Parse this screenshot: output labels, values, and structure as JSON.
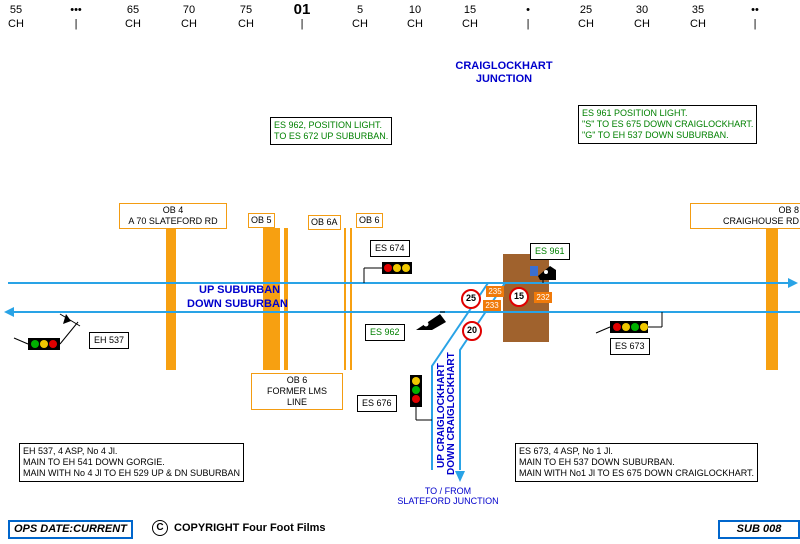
{
  "chainage": [
    {
      "value": "55",
      "unit": "CH"
    },
    {
      "value": "•••",
      "unit": "|"
    },
    {
      "value": "65",
      "unit": "CH"
    },
    {
      "value": "70",
      "unit": "CH"
    },
    {
      "value": "75",
      "unit": "CH"
    },
    {
      "value": "01",
      "unit": "|"
    },
    {
      "value": "5",
      "unit": "CH"
    },
    {
      "value": "10",
      "unit": "CH"
    },
    {
      "value": "15",
      "unit": "CH"
    },
    {
      "value": "•",
      "unit": "|"
    },
    {
      "value": "25",
      "unit": "CH"
    },
    {
      "value": "30",
      "unit": "CH"
    },
    {
      "value": "35",
      "unit": "CH"
    },
    {
      "value": "••",
      "unit": "|"
    }
  ],
  "junction_title": [
    "CRAIGLOCKHART",
    "JUNCTION"
  ],
  "notes": {
    "es962": [
      "ES 962, POSITION LIGHT.",
      "TO ES 672 UP SUBURBAN."
    ],
    "es961": [
      "ES 961 POSITION LIGHT.",
      "\"S\" TO ES 675 DOWN CRAIGLOCKHART.",
      "\"G\" TO EH 537 DOWN SUBURBAN."
    ],
    "eh537": [
      "EH 537, 4 ASP, No 4 Jl.",
      "MAIN TO EH 541 DOWN GORGIE.",
      "MAIN WITH No 4 Jl TO EH 529 UP & DN SUBURBAN"
    ],
    "es673": [
      "ES 673, 4 ASP, No 1 Jl.",
      "MAIN TO EH 537 DOWN SUBURBAN.",
      "MAIN WITH No1 Jl TO ES 675 DOWN CRAIGLOCKHART."
    ]
  },
  "bridges": {
    "ob4": [
      "OB 4",
      "A 70 SLATEFORD RD"
    ],
    "ob5": "OB 5",
    "ob6a": "OB 6A",
    "ob6": "OB 6",
    "ob6lms": [
      "OB 6",
      "FORMER LMS",
      "LINE"
    ],
    "ob8": [
      "OB 8",
      "CRAIGHOUSE RD"
    ]
  },
  "lines": {
    "up": "UP SUBURBAN",
    "down": "DOWN SUBURBAN",
    "branch_up": "UP CRAIGLOCKHART",
    "branch_down": "DOWN CRAIGLOCKHART",
    "to_from": [
      "TO / FROM",
      "SLATEFORD JUNCTION"
    ]
  },
  "signals": {
    "es674": "ES 674",
    "es961": "ES 961",
    "es962": "ES 962",
    "eh537": "EH 537",
    "es673": "ES 673",
    "es676": "ES 676"
  },
  "speeds": [
    "25",
    "15",
    "20"
  ],
  "mileposts": [
    "235",
    "233",
    "232"
  ],
  "footer": {
    "ops": "OPS DATE:CURRENT",
    "c": "C",
    "copyright": "COPYRIGHT Four Foot Films",
    "ref": "SUB 008"
  },
  "colors": {
    "track": "#29a3e6",
    "bridge": "#f7a011",
    "box": "#a0622d",
    "signal_red": "#e00000",
    "signal_amber": "#f0c800",
    "signal_green": "#00b000"
  }
}
